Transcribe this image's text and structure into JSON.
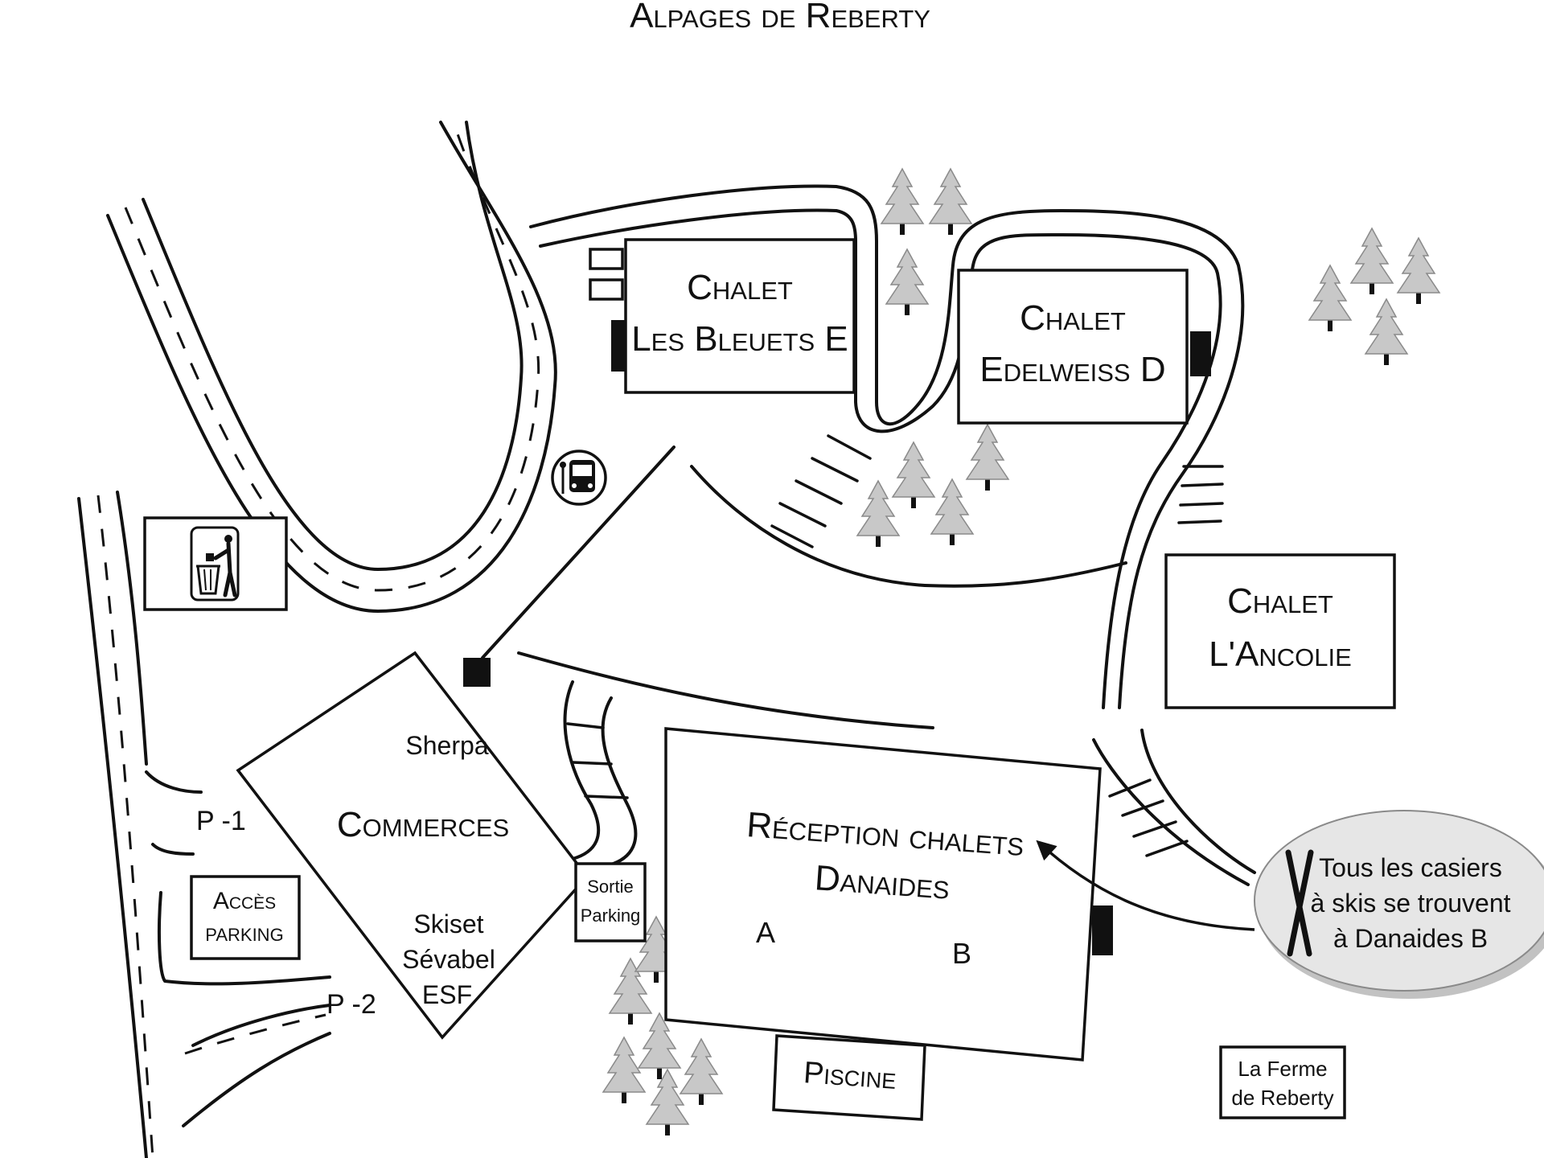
{
  "map": {
    "title": "Alpages de Reberty",
    "buildings": {
      "chalet_bleuets": {
        "line1": "Chalet",
        "line2": "Les Bleuets E"
      },
      "chalet_edelweiss": {
        "line1": "Chalet",
        "line2": "Edelweiss D"
      },
      "chalet_ancolie": {
        "line1": "Chalet",
        "line2": "L'Ancolie"
      },
      "commerces": "Commerces",
      "reception": {
        "line1": "Réception chalets",
        "line2": "Danaides"
      },
      "piscine": "Piscine",
      "acces_parking": {
        "line1": "Accès",
        "line2": "parking"
      },
      "sortie_parking": {
        "line1": "Sortie",
        "line2": "Parking"
      },
      "ferme": {
        "line1": "La Ferme",
        "line2": "de Reberty"
      }
    },
    "shops": {
      "sherpa": "Sherpa",
      "skiset": "Skiset",
      "sevabel": "Sévabel",
      "esf": "ESF"
    },
    "reception_wings": {
      "a": "A",
      "b": "B"
    },
    "parking_levels": {
      "p1": "P -1",
      "p2": "P -2"
    },
    "callout": {
      "line1": "Tous les casiers",
      "line2": "à skis se trouvent",
      "line3": "à Danaides B"
    },
    "icons": [
      "bus-stop-icon",
      "waste-bin-icon",
      "ski-icon",
      "fir-tree-icon"
    ],
    "colors": {
      "ink": "#111111",
      "tree": "#c8c8c8",
      "callout": "#e6e6e6"
    }
  }
}
